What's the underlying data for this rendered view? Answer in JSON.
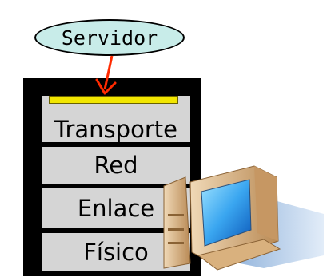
{
  "bubble": {
    "label": "Servidor"
  },
  "stack": {
    "layers": [
      {
        "label": "Transporte"
      },
      {
        "label": "Red"
      },
      {
        "label": "Enlace"
      },
      {
        "label": "Físico"
      }
    ]
  },
  "colors": {
    "bubble_fill": "#c8ece9",
    "layer_fill": "#d5d5d5",
    "socket": "#f2e600",
    "arrow": "#ff2a00"
  },
  "icons": {
    "computer": "computer-icon",
    "arrow": "arrow-down-icon"
  }
}
